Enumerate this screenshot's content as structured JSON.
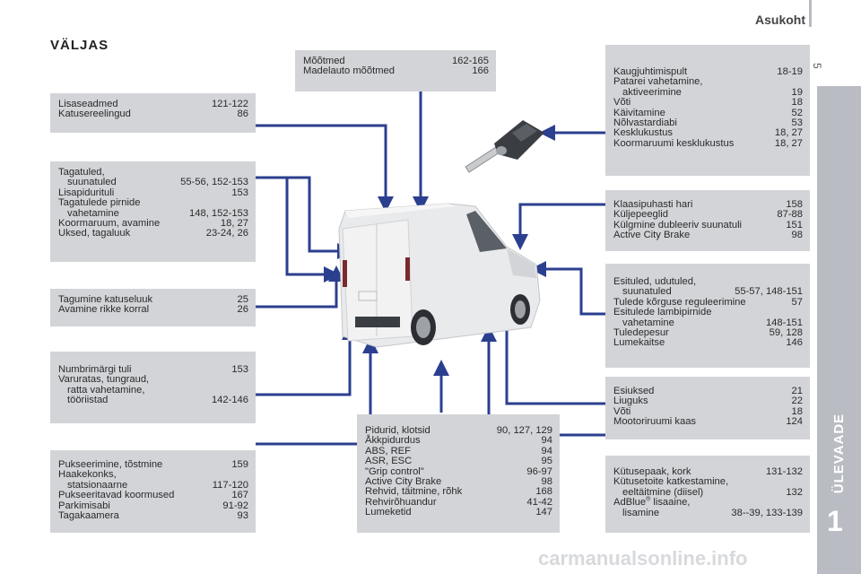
{
  "header": {
    "title": "Asukoht",
    "page_number": "5"
  },
  "side_tab": {
    "label": "ÜLEVAADE",
    "chapter": "1"
  },
  "section_title": "VÄLJAS",
  "boxes": {
    "moodmed": {
      "rows": [
        {
          "text": "Mõõtmed",
          "pages": "162-165"
        },
        {
          "text": "Madelauto mõõtmed",
          "pages": "166"
        }
      ]
    },
    "lisaseadmed": {
      "rows": [
        {
          "text": "Lisaseadmed",
          "pages": "121-122"
        },
        {
          "text": "Katusereelingud",
          "pages": "86"
        }
      ]
    },
    "tagatuled": {
      "rows": [
        {
          "text": "Tagatuled,",
          "pages": ""
        },
        {
          "text": "suunatuled",
          "pages": "55-56, 152-153",
          "indent": true
        },
        {
          "text": "Lisapidurituli",
          "pages": "153"
        },
        {
          "text": "Tagatulede pirnide",
          "pages": ""
        },
        {
          "text": "vahetamine",
          "pages": "148, 152-153",
          "indent": true
        },
        {
          "text": "Koormaruum, avamine",
          "pages": "18, 27"
        },
        {
          "text": "Uksed, tagaluuk",
          "pages": "23-24, 26"
        }
      ]
    },
    "katuseluuk": {
      "rows": [
        {
          "text": "Tagumine katuseluuk",
          "pages": "25"
        },
        {
          "text": "Avamine rikke korral",
          "pages": "26"
        }
      ]
    },
    "numbrimark": {
      "rows": [
        {
          "text": "Numbrimärgi tuli",
          "pages": "153"
        },
        {
          "text": "Varuratas, tungraud,",
          "pages": ""
        },
        {
          "text": "ratta vahetamine,",
          "pages": "",
          "indent": true
        },
        {
          "text": "tööriistad",
          "pages": "142-146",
          "indent": true
        }
      ]
    },
    "pukseerimine": {
      "rows": [
        {
          "text": "Pukseerimine, tõstmine",
          "pages": "159"
        },
        {
          "text": "Haakekonks,",
          "pages": ""
        },
        {
          "text": "statsionaarne",
          "pages": "117-120",
          "indent": true
        },
        {
          "text": "Pukseeritavad koormused",
          "pages": "167"
        },
        {
          "text": "Parkimisabi",
          "pages": "91-92"
        },
        {
          "text": "Tagakaamera",
          "pages": "93"
        }
      ]
    },
    "pidurid": {
      "rows": [
        {
          "text": "Pidurid, klotsid",
          "pages": "90, 127, 129"
        },
        {
          "text": "Åkkpidurdus",
          "pages": "94"
        },
        {
          "text": "ABS, REF",
          "pages": "94"
        },
        {
          "text": "ASR, ESC",
          "pages": "95"
        },
        {
          "text": "\"Grip control\"",
          "pages": "96-97"
        },
        {
          "text": "Active City Brake",
          "pages": "98"
        },
        {
          "text": "Rehvid, täitmine, rõhk",
          "pages": "168"
        },
        {
          "text": "Rehvirõhuandur",
          "pages": "41-42"
        },
        {
          "text": "Lumeketid",
          "pages": "147"
        }
      ]
    },
    "kaugjuhtimispult": {
      "rows": [
        {
          "text": "Kaugjuhtimispult",
          "pages": "18-19"
        },
        {
          "text": "Patarei vahetamine,",
          "pages": ""
        },
        {
          "text": "aktiveerimine",
          "pages": "19",
          "indent": true
        },
        {
          "text": "Võti",
          "pages": "18"
        },
        {
          "text": "Käivitamine",
          "pages": "52"
        },
        {
          "text": "Nõlvastardiabi",
          "pages": "53"
        },
        {
          "text": "Kesklukustus",
          "pages": "18, 27"
        },
        {
          "text": "Koormaruumi kesklukustus",
          "pages": "18, 27"
        }
      ]
    },
    "klaasipuhasti": {
      "rows": [
        {
          "text": "Klaasipuhasti hari",
          "pages": "158"
        },
        {
          "text": "Küljepeeglid",
          "pages": "87-88"
        },
        {
          "text": "Külgmine dubleeriv suunatuli",
          "pages": "151"
        },
        {
          "text": "Active City Brake",
          "pages": "98"
        }
      ]
    },
    "esituled": {
      "rows": [
        {
          "text": "Esituled, udutuled,",
          "pages": ""
        },
        {
          "text": "suunatuled",
          "pages": "55-57, 148-151",
          "indent": true
        },
        {
          "text": "Tulede kõrguse reguleerimine",
          "pages": "57"
        },
        {
          "text": "Esitulede lambipirnide",
          "pages": ""
        },
        {
          "text": "vahetamine",
          "pages": "148-151",
          "indent": true
        },
        {
          "text": "Tuledepesur",
          "pages": "59, 128"
        },
        {
          "text": "Lumekaitse",
          "pages": "146"
        }
      ]
    },
    "esiuksed": {
      "rows": [
        {
          "text": "Esiuksed",
          "pages": "21"
        },
        {
          "text": "Liuguks",
          "pages": "22"
        },
        {
          "text": "Võti",
          "pages": "18"
        },
        {
          "text": "Mootoriruumi kaas",
          "pages": "124"
        }
      ]
    },
    "kutusepaak": {
      "rows": [
        {
          "text": "Kütusepaak, kork",
          "pages": "131-132"
        },
        {
          "text": "Kütusetoite katkestamine,",
          "pages": ""
        },
        {
          "text": "eeltäitmine (diisel)",
          "pages": "132",
          "indent": true
        },
        {
          "text": "AdBlue",
          "sup": "®",
          "text2": " lisaaine,",
          "pages": ""
        },
        {
          "text": "lisamine",
          "pages": "38--39, 133-139",
          "indent": true
        }
      ]
    }
  },
  "watermark": "carmanualsonline.info",
  "colors": {
    "box_bg": "#d3d4d8",
    "arrow": "#2b3f8f",
    "tab": "#b9bcc2"
  }
}
